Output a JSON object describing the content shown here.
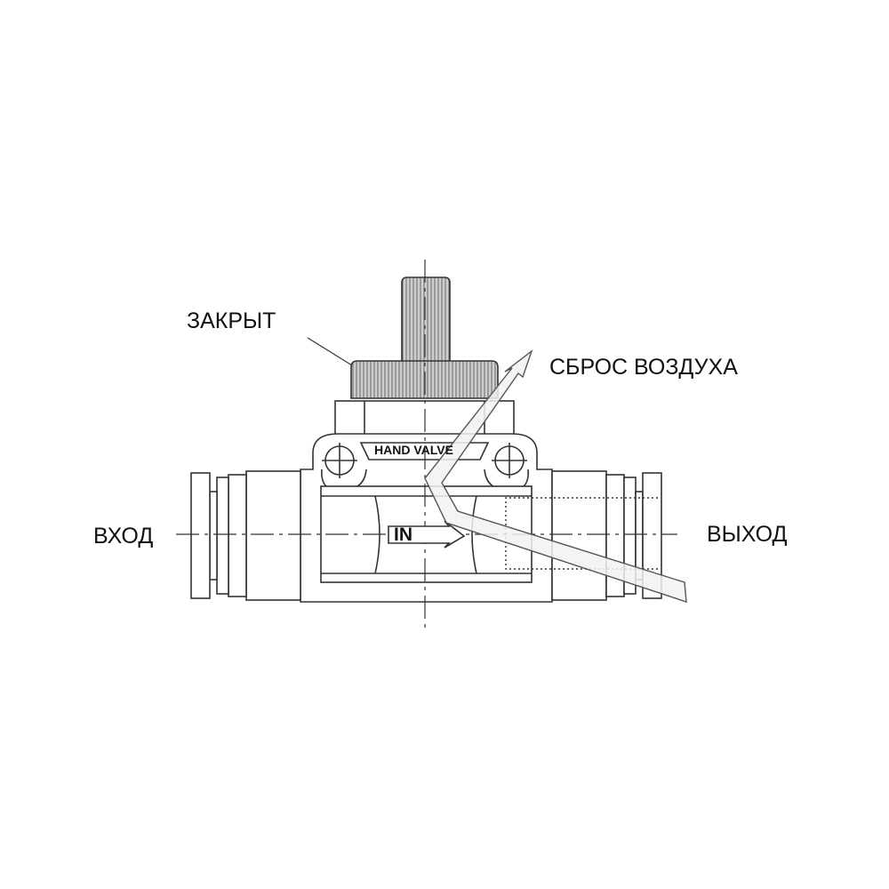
{
  "labels": {
    "closed": "ЗАКРЫТ",
    "exhaust": "СБРОС ВОЗДУХА",
    "inlet": "ВХОД",
    "outlet": "ВЫХОД"
  },
  "valve": {
    "nameplate": "HAND VALVE",
    "flow_mark": "IN"
  },
  "colors": {
    "line": "#333333",
    "knurl": "#9a9a9a",
    "arrow_fill": "#f2f2f2"
  }
}
